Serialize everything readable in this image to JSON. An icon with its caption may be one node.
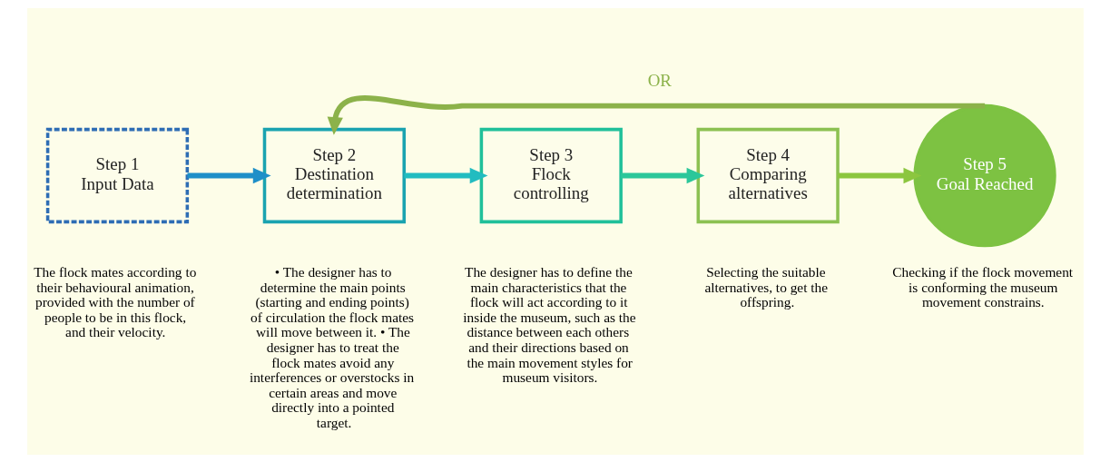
{
  "diagram": {
    "nodes": [
      {
        "text": [
          "Step 1",
          "Input Data"
        ],
        "beside": [
          "The flock mates according to their behavioural animation, provided with the number of people to be in this flock, and their velocity."
        ]
      },
      {
        "text": [
          "Step 2",
          "Destination determination"
        ],
        "beside": [
          "• The designer has to determine the main points (starting and ending points) of circulation the flock mates will move between it. • The designer has to treat the flock mates avoid any interferences or overstocks in certain areas and move directly into a pointed target."
        ]
      },
      {
        "text": [
          "Step 3",
          "Flock controlling"
        ],
        "beside": [
          "The designer has to define the main characteristics that the flock will act according to it inside the museum, such as the distance between each others and their directions based on the main movement styles for museum visitors."
        ]
      },
      {
        "text": [
          "Step 4",
          "Comparing alternatives"
        ],
        "beside": [
          "Selecting the suitable alternatives, to get the offspring."
        ]
      },
      {
        "text": [
          "Step 5",
          "Goal Reached"
        ],
        "beside": [
          "Checking if the flock movement is conforming the museum movement constrains."
        ]
      }
    ],
    "edges": [
      {
        "from": 0,
        "to": 1,
        "arrow": "to",
        "color": "#1e8fc8"
      },
      {
        "from": 1,
        "to": 2,
        "arrow": "to",
        "color": "#22bcc0"
      },
      {
        "from": 2,
        "to": 3,
        "arrow": "to",
        "color": "#2cc79a"
      },
      {
        "from": 3,
        "to": 4,
        "arrow": "to",
        "color": "#8cc63f"
      },
      {
        "from": 4,
        "to": 1,
        "arrow": "to",
        "label": "OR",
        "color": "#8cb24a"
      }
    ]
  }
}
